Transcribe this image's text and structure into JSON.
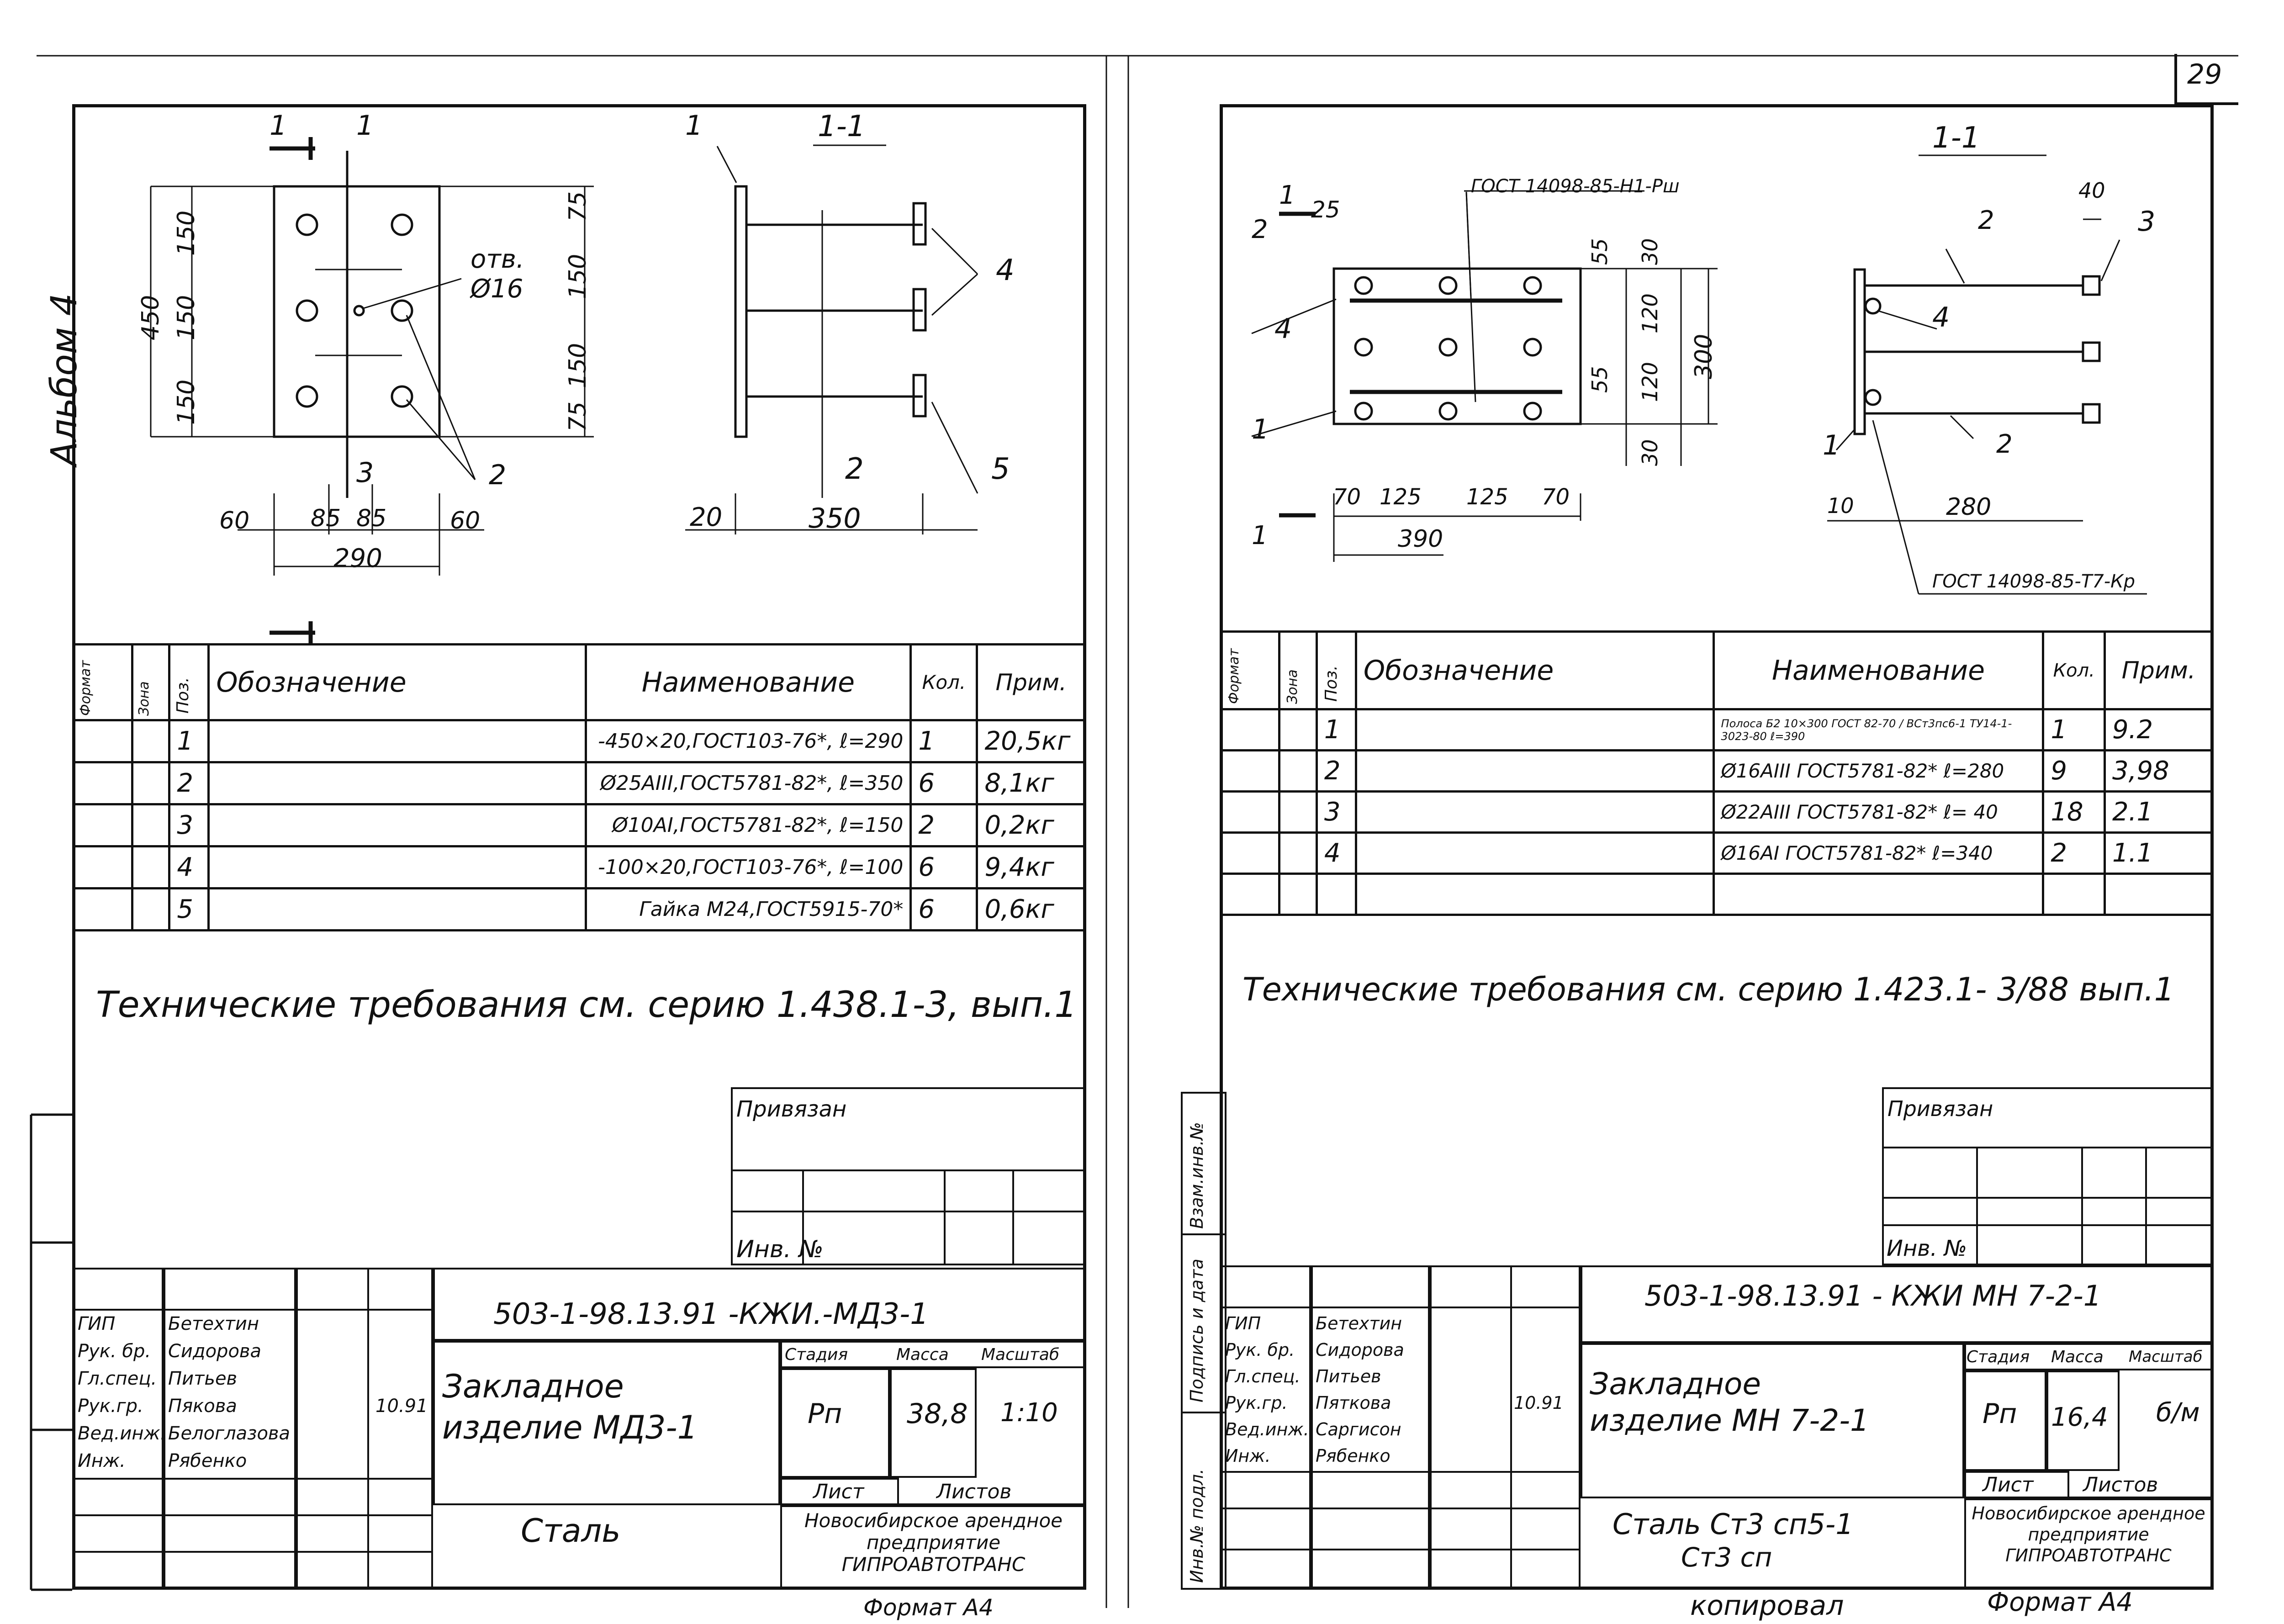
{
  "page_number": "29",
  "album_label": "Альбом 4",
  "left": {
    "plan": {
      "section_mark": "1",
      "label_1": "1",
      "hole_label": "отв.",
      "hole_dia": "Ø16",
      "dim_450": "450",
      "dim_150a": "150",
      "dim_150b": "150",
      "dim_150c": "150",
      "dim_75a": "75",
      "dim_150d": "150",
      "dim_150e": "150",
      "dim_75b": "75",
      "dim_60a": "60",
      "dim_85a": "85",
      "dim_85b": "85",
      "dim_60b": "60",
      "dim_290": "290",
      "pos_3": "3",
      "pos_2": "2"
    },
    "section": {
      "title": "1-1",
      "pos_1": "1",
      "pos_4": "4",
      "pos_2": "2",
      "pos_5": "5",
      "dim_20": "20",
      "dim_350": "350"
    },
    "spec_headers": [
      "Формат",
      "Зона",
      "Поз.",
      "Обозначение",
      "Наименование",
      "Кол.",
      "Прим."
    ],
    "spec_rows": [
      {
        "pos": "1",
        "name": "-450×20,ГОСТ103-76*, ℓ=290",
        "qty": "1",
        "note": "20,5кг"
      },
      {
        "pos": "2",
        "name": "Ø25АIII,ГОСТ5781-82*, ℓ=350",
        "qty": "6",
        "note": "8,1кг"
      },
      {
        "pos": "3",
        "name": "Ø10АI,ГОСТ5781-82*, ℓ=150",
        "qty": "2",
        "note": "0,2кг"
      },
      {
        "pos": "4",
        "name": "-100×20,ГОСТ103-76*, ℓ=100",
        "qty": "6",
        "note": "9,4кг"
      },
      {
        "pos": "5",
        "name": "Гайка М24,ГОСТ5915-70*",
        "qty": "6",
        "note": "0,6кг"
      }
    ],
    "tech_req": "Технические требования см. серию 1.438.1-3, вып.1",
    "privyazan": "Привязан",
    "inv_no": "Инв. №",
    "doc_code": "503-1-98.13.91   -КЖИ.-МД3-1",
    "title": "Закладное изделие МД3-1",
    "material": "Сталь",
    "stage_h": "Стадия",
    "mass_h": "Масса",
    "scale_h": "Масштаб",
    "stage": "Рп",
    "mass": "38,8",
    "scale": "1:10",
    "sheet_h": "Лист",
    "sheets_h": "Листов",
    "org": "Новосибирское арендное предприятие ГИПРОАВТОТРАНС",
    "format": "Формат А4",
    "signers": [
      {
        "role": "ГИП",
        "name": "Бетехтин",
        "date": ""
      },
      {
        "role": "Рук. бр.",
        "name": "Сидорова",
        "date": ""
      },
      {
        "role": "Гл.спец.",
        "name": "Питьев",
        "date": ""
      },
      {
        "role": "Рук.гр.",
        "name": "Пякова",
        "date": "10.91"
      },
      {
        "role": "Вед.инж.",
        "name": "Белоглазова",
        "date": ""
      },
      {
        "role": "Инж.",
        "name": "Рябенко",
        "date": ""
      }
    ]
  },
  "right": {
    "plan": {
      "gost_top": "ГОСТ 14098-85-Н1-Рш",
      "mark_1a": "1",
      "dim_25": "25",
      "pos_2": "2",
      "pos_4": "4",
      "pos_1": "1",
      "dim_55a": "55",
      "dim_30a": "30",
      "dim_120a": "120",
      "dim_300": "300",
      "dim_55b": "55",
      "dim_120b": "120",
      "dim_30b": "30",
      "dim_70a": "70",
      "dim_125a": "125",
      "dim_125b": "125",
      "dim_70b": "70",
      "dim_390": "390",
      "mark_1b": "1"
    },
    "section": {
      "title": "1-1",
      "dim_40": "40",
      "pos_2a": "2",
      "pos_3": "3",
      "pos_4": "4",
      "pos_2b": "2",
      "pos_1": "1",
      "dim_10": "10",
      "dim_280": "280",
      "gost_bottom": "ГОСТ 14098-85-Т7-Кр"
    },
    "spec_headers": [
      "Формат",
      "Зона",
      "Поз.",
      "Обозначение",
      "Наименование",
      "Кол.",
      "Прим."
    ],
    "spec_rows": [
      {
        "pos": "1",
        "name": "Полоса Б2 10×300 ГОСТ 82-70 / ВСт3пс6-1 ТУ14-1-3023-80 ℓ=390",
        "qty": "1",
        "note": "9.2"
      },
      {
        "pos": "2",
        "name": "Ø16АIII ГОСТ5781-82* ℓ=280",
        "qty": "9",
        "note": "3,98"
      },
      {
        "pos": "3",
        "name": "Ø22АIII ГОСТ5781-82* ℓ= 40",
        "qty": "18",
        "note": "2.1"
      },
      {
        "pos": "4",
        "name": "Ø16АI ГОСТ5781-82* ℓ=340",
        "qty": "2",
        "note": "1.1"
      },
      {
        "pos": "",
        "name": "",
        "qty": "",
        "note": ""
      }
    ],
    "tech_req": "Технические требования   см. серию 1.423.1- 3/88 вып.1",
    "privyazan": "Привязан",
    "inv_no": "Инв. №",
    "doc_code": "503-1-98.13.91 - КЖИ МН 7-2-1",
    "title": "Закладное изделие МН 7-2-1",
    "material_1": "Сталь Ст3 сп5-1",
    "material_2": "Ст3 сп",
    "stage_h": "Стадия",
    "mass_h": "Масса",
    "scale_h": "Масштаб",
    "stage": "Рп",
    "mass": "16,4",
    "scale": "б/м",
    "sheet_h": "Лист",
    "sheets_h": "Листов",
    "org": "Новосибирское арендное предприятие ГИПРОАВТОТРАНС",
    "copied": "копировал",
    "format": "Формат А4",
    "side_labels": [
      "Взам.инв.№",
      "Подпись и дата",
      "Инв.№ подл."
    ],
    "signers": [
      {
        "role": "ГИП",
        "name": "Бетехтин",
        "date": ""
      },
      {
        "role": "Рук. бр.",
        "name": "Сидорова",
        "date": ""
      },
      {
        "role": "Гл.спец.",
        "name": "Питьев",
        "date": ""
      },
      {
        "role": "Рук.гр.",
        "name": "Пяткова",
        "date": "10.91"
      },
      {
        "role": "Вед.инж.",
        "name": "Саргисон",
        "date": ""
      },
      {
        "role": "Инж.",
        "name": "Рябенко",
        "date": ""
      }
    ]
  }
}
